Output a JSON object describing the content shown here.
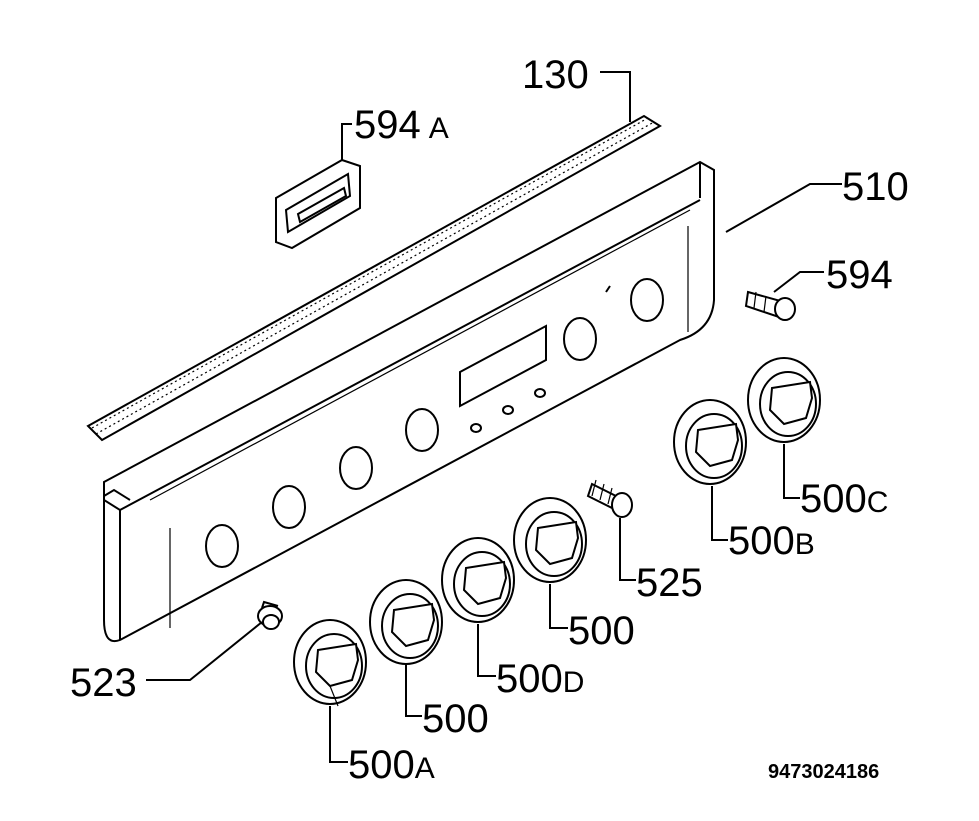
{
  "callouts": {
    "c130": "130",
    "c594a_num": "594",
    "c594a_sfx": "A",
    "c510": "510",
    "c594": "594",
    "c500c_num": "500",
    "c500c_sfx": "C",
    "c500b_num": "500",
    "c500b_sfx": "B",
    "c525": "525",
    "c500_right": "500",
    "c500d_num": "500",
    "c500d_sfx": "D",
    "c500_mid": "500",
    "c500a_num": "500",
    "c500a_sfx": "A",
    "c523": "523"
  },
  "drawing_number": "9473024186"
}
